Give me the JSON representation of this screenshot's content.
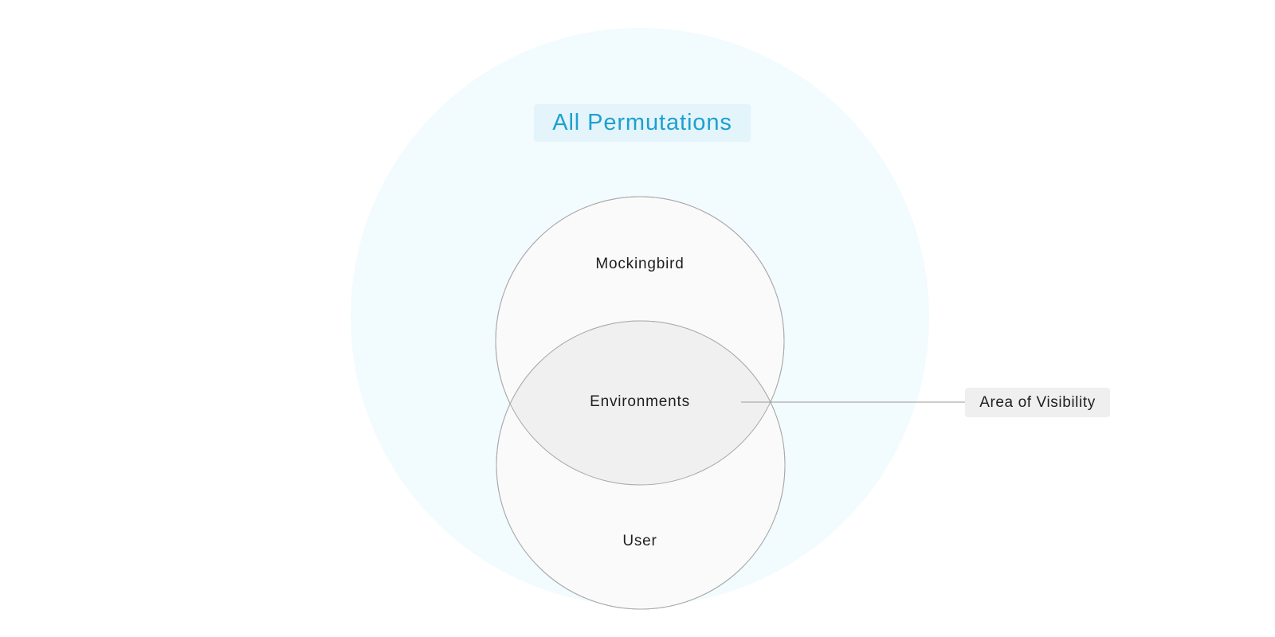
{
  "diagram": {
    "title": "All Permutations",
    "sets": [
      {
        "id": "mockingbird",
        "label": "Mockingbird"
      },
      {
        "id": "user",
        "label": "User"
      }
    ],
    "intersection": {
      "label": "Environments"
    },
    "callout": {
      "label": "Area of Visibility"
    }
  },
  "colors": {
    "universe_fill": "#f2fbfe",
    "title_text": "#1ea0cf",
    "title_bg": "#e3f4fb",
    "set_fill": "#fafafa",
    "intersection_fill": "#f0f0f0",
    "outline": "#a9a9a9",
    "callout_bg": "#efefef",
    "text": "#1f1f1f"
  }
}
